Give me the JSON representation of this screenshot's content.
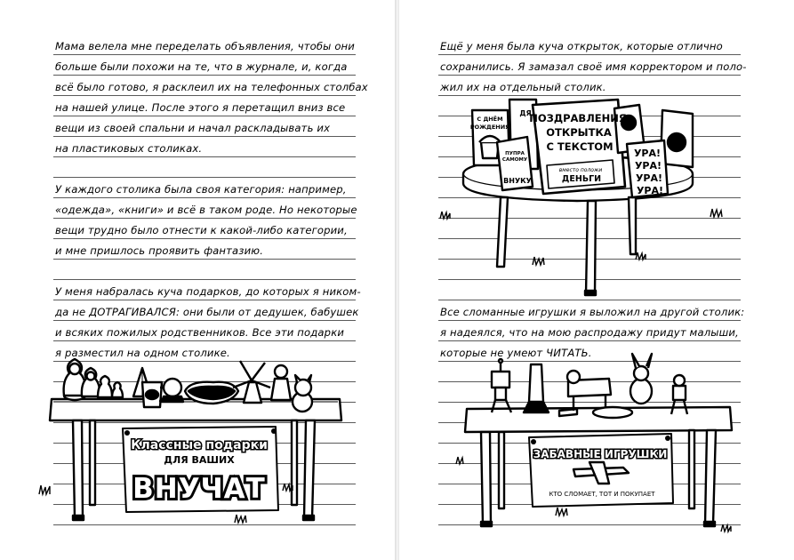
{
  "left_page": {
    "lines": [
      "Мама велела мне переделать объявления, чтобы они",
      "больше были похожи на те, что в журнале, и, когда",
      "всё было готово, я расклеил их на телефонных столбах",
      "на нашей улице. После этого я перетащил вниз все",
      "вещи из своей спальни и начал раскладывать их",
      "на пластиковых столиках.",
      "",
      "У каждого столика была своя категория: например,",
      "«одежда», «книги» и всё в таком роде. Но некоторые",
      "вещи трудно было отнести к какой-либо категории,",
      "и мне пришлось проявить фантазию.",
      "",
      "У меня набралась куча подарков, до которых я ником-",
      "да не ДОТРАГИВАЛСЯ: они были от дедушек, бабушек",
      "и всяких пожилых родственников. Все эти подарки",
      "я разместил на одном столике."
    ],
    "sign": {
      "line1": "Классные подарки",
      "line2": "ДЛЯ ВАШИХ",
      "line3": "ВНУЧАТ"
    }
  },
  "right_page": {
    "lines_top": [
      "Ещё у меня была куча открыток, которые отлично",
      "сохранились. Я замазал своё имя корректором и поло-",
      "жил их на отдельный столик."
    ],
    "lines_bottom": [
      "Все сломанные игрушки я выложил на другой столик:",
      "я надеялся, что на мою распродажу придут малыши,",
      "которые не умеют ЧИТАТЬ."
    ],
    "cards": {
      "birthday_1": "С ДНЁМ",
      "birthday_2": "РОЖДЕНИЯ",
      "main_1": "ПОЗДРАВЛЕНИЯ",
      "main_2": "ОТКРЫТКА",
      "main_3": "С ТЕКСТОМ",
      "main_4": "вместо положи",
      "main_5": "ДЕНЬГИ",
      "small_1": "ПУПРА",
      "small_2": "САМОМУ",
      "small_3": "ВНУКУ",
      "hooray_1": "УРА!",
      "hooray_2": "УРА!",
      "hooray_3": "УРА!",
      "hooray_4": "УРА!",
      "tall_card": "ДЯ"
    },
    "sign": {
      "line1": "ЗАБАВНЫЕ ИГРУШКИ",
      "line2": "КТО СЛОМАЕТ, ТОТ И ПОКУПАЕТ"
    }
  }
}
